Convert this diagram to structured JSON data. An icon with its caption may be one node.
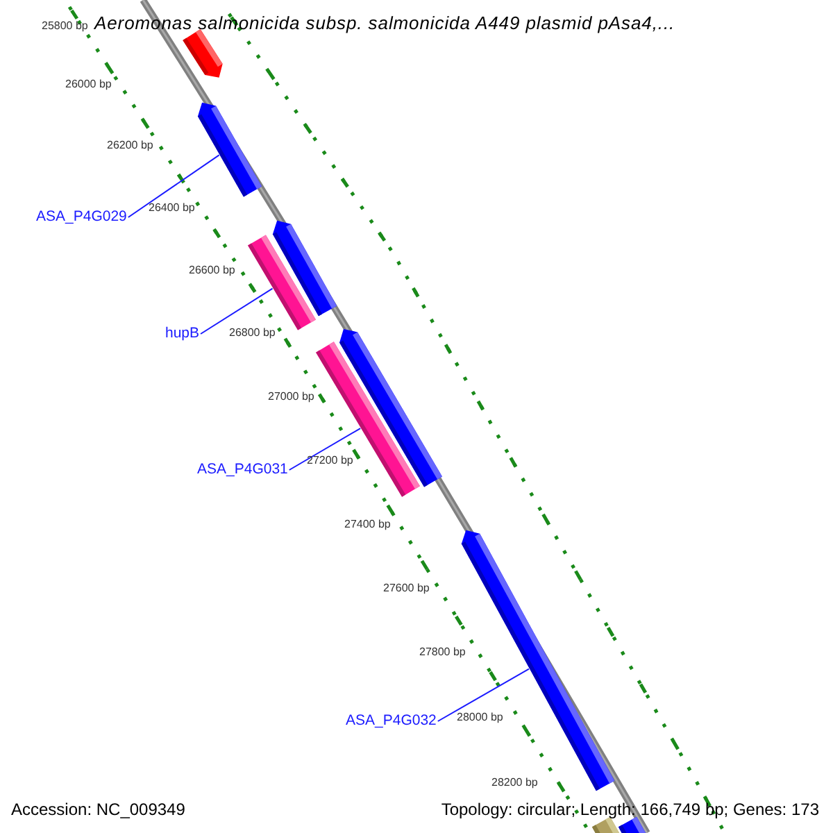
{
  "diagram": {
    "title": "Aeromonas salmonicida subsp. salmonicida A449 plasmid pAsa4,...",
    "nodes": [
      {
        "text": [],
        "shape": "bar"
      },
      {
        "text": [],
        "shape": "bar"
      },
      {
        "text": [
          "ASA_P4G029"
        ]
      },
      {
        "text": [],
        "shape": "bar"
      },
      {
        "text": [],
        "shape": "bar"
      },
      {
        "text": [
          "hupB"
        ]
      },
      {
        "text": [],
        "shape": "bar"
      },
      {
        "text": [],
        "shape": "bar"
      },
      {
        "text": [
          "ASA_P4G031"
        ]
      },
      {
        "text": [],
        "shape": "bar"
      },
      {
        "text": [
          "ASA_P4G032"
        ]
      },
      {
        "text": [],
        "shape": "bar"
      },
      {
        "text": [],
        "shape": "bar"
      }
    ],
    "edges": [
      {
        "from": 2,
        "to": 1,
        "arrow": "none"
      },
      {
        "from": 5,
        "to": 4,
        "arrow": "none"
      },
      {
        "from": 8,
        "to": 7,
        "arrow": "none"
      },
      {
        "from": 10,
        "to": 9,
        "arrow": "none"
      }
    ],
    "labels": [
      "25800 bp",
      "26000 bp",
      "26200 bp",
      "26400 bp",
      "26600 bp",
      "26800 bp",
      "27000 bp",
      "27200 bp",
      "27400 bp",
      "27600 bp",
      "27800 bp",
      "28000 bp",
      "28200 bp",
      "Accession: NC_009349",
      "Topology: circular; Length: 166,749 bp; Genes: 173"
    ]
  }
}
